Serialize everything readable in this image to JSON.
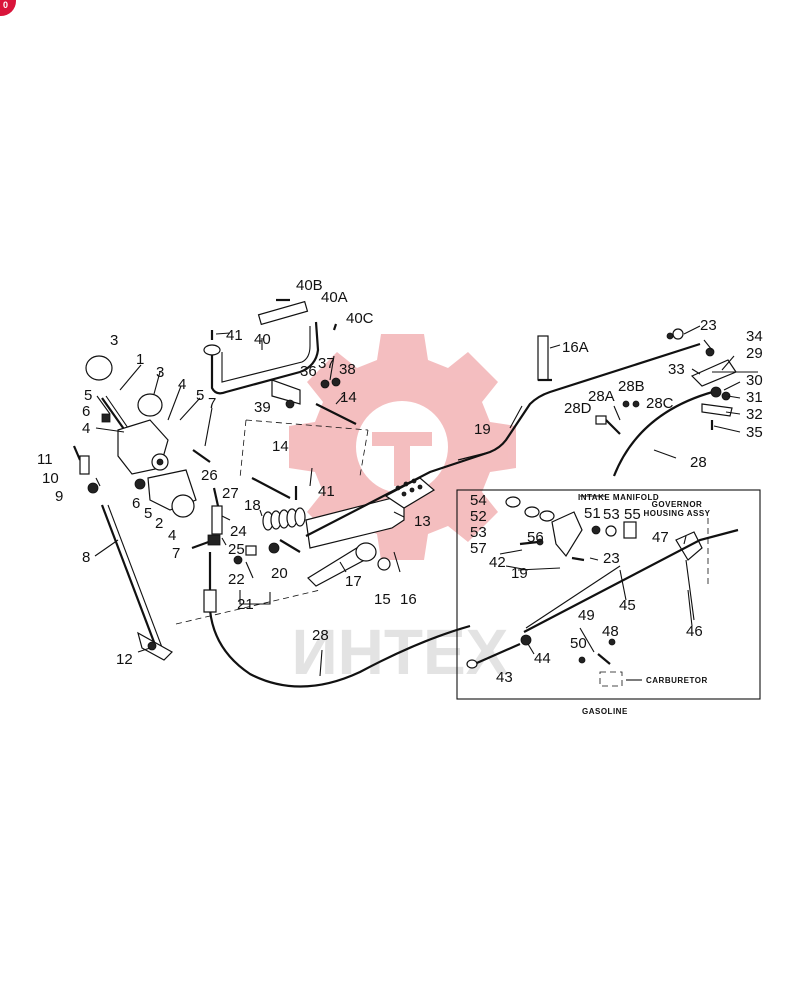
{
  "badge": {
    "text": "0"
  },
  "colors": {
    "line": "#111111",
    "watermark": "#e8383d",
    "badge": "#d9143a"
  },
  "watermark": {
    "text": "ИНТЕХ"
  },
  "inset": {
    "title": "GASOLINE",
    "labels": {
      "intake_manifold": "INTAKE MANIFOLD",
      "governor_housing": "GOVERNOR HOUSING ASSY",
      "carburetor": "CARBURETOR"
    }
  },
  "callouts": {
    "c3a": "3",
    "c3b": "3",
    "c1": "1",
    "c5a": "5",
    "c6a": "6",
    "c4a": "4",
    "c4b": "4",
    "c5b": "5",
    "c7a": "7",
    "c11": "11",
    "c10": "10",
    "c9": "9",
    "c6b": "6",
    "c5c": "5",
    "c2": "2",
    "c4c": "4",
    "c26": "26",
    "c27": "27",
    "c24": "24",
    "c7b": "7",
    "c25": "25",
    "c22": "22",
    "c21": "21",
    "c8": "8",
    "c12": "12",
    "c18": "18",
    "c20": "20",
    "c14a": "14",
    "c14b": "14",
    "c41a": "41",
    "c41b": "41",
    "c40": "40",
    "c40b": "40B",
    "c40a": "40A",
    "c40c": "40C",
    "c36": "36",
    "c37": "37",
    "c38": "38",
    "c39": "39",
    "c17": "17",
    "c15": "15",
    "c16": "16",
    "c13": "13",
    "c19a": "19",
    "c16a": "16A",
    "c28a": "28",
    "c28b": "28",
    "c28d": "28D",
    "c28aa": "28A",
    "c28bb": "28B",
    "c28c": "28C",
    "c23a": "23",
    "c34": "34",
    "c29": "29",
    "c33": "33",
    "c30": "30",
    "c31": "31",
    "c32": "32",
    "c35": "35",
    "c54": "54",
    "c52": "52",
    "c53a": "53",
    "c57": "57",
    "c56": "56",
    "c42": "42",
    "c19b": "19",
    "c23b": "23",
    "c51": "51",
    "c53b": "53",
    "c55": "55",
    "c47": "47",
    "c45": "45",
    "c46": "46",
    "c49": "49",
    "c50": "50",
    "c48": "48",
    "c44": "44",
    "c43": "43"
  }
}
